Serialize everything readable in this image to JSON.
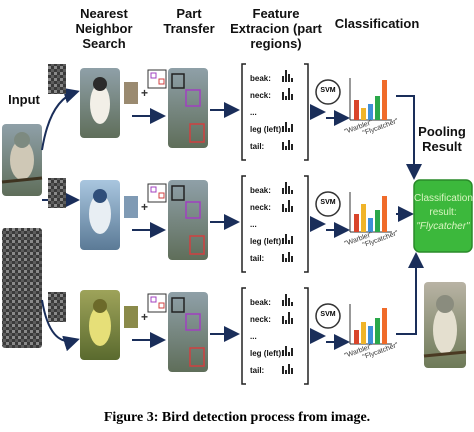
{
  "headers": {
    "input": "Input",
    "nearest": "Nearest Neighbor Search",
    "part_transfer": "Part Transfer",
    "feature": "Feature Extracion (part regions)",
    "classification": "Classification",
    "pooling": "Pooling Result"
  },
  "feature_labels": [
    "beak:",
    "neck:",
    "...",
    "leg (left):",
    "tail:"
  ],
  "svm_label": "SVM",
  "axis_labels": [
    "\"Warbler\"",
    "\"Flycatcher\""
  ],
  "result_box": {
    "line1": "Classification",
    "line2": "result:",
    "line3": "\"Flycatcher\""
  },
  "caption": "Figure 3: Bird detection process from image.",
  "colors": {
    "result_green": "#3cb83c",
    "result_text": "#d8f5c0",
    "arrow": "#1a2e5a",
    "bar_colors": [
      "#d9452b",
      "#f0b429",
      "#3f8fd6",
      "#2aa84a",
      "#f06b2a"
    ]
  }
}
